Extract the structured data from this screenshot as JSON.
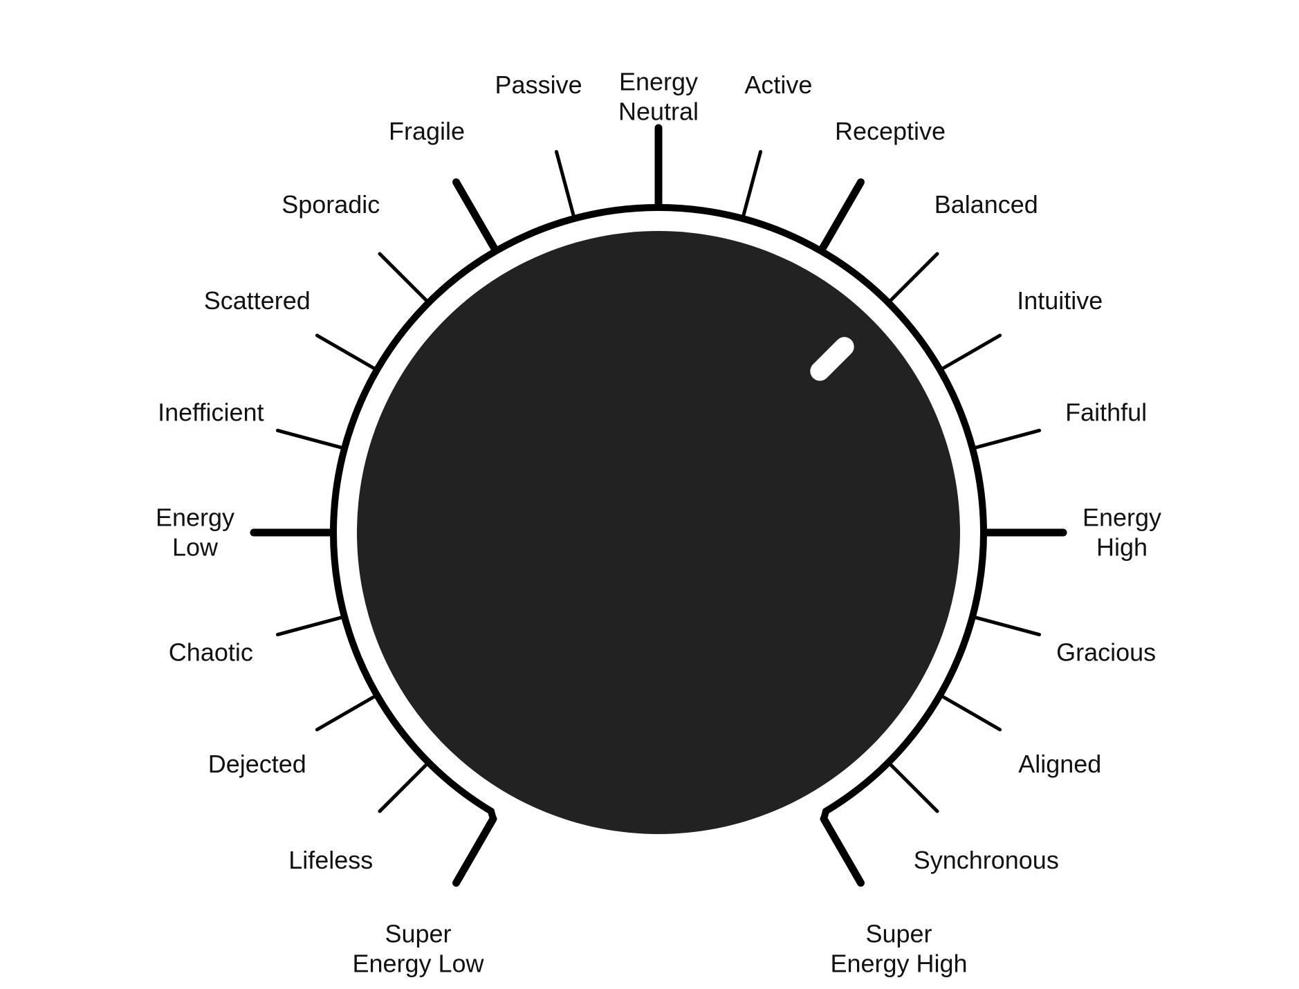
{
  "dial": {
    "colors": {
      "knob": "#222222",
      "ring": "#000000",
      "pointer": "#ffffff",
      "background": "#ffffff"
    },
    "pointer_label": "Balanced",
    "labels": [
      {
        "key": "super-energy-low",
        "lines": [
          "Super",
          "Energy Low"
        ]
      },
      {
        "key": "lifeless",
        "lines": [
          "Lifeless"
        ]
      },
      {
        "key": "dejected",
        "lines": [
          "Dejected"
        ]
      },
      {
        "key": "chaotic",
        "lines": [
          "Chaotic"
        ]
      },
      {
        "key": "energy-low",
        "lines": [
          "Energy",
          "Low"
        ]
      },
      {
        "key": "inefficient",
        "lines": [
          "Inefficient"
        ]
      },
      {
        "key": "scattered",
        "lines": [
          "Scattered"
        ]
      },
      {
        "key": "sporadic",
        "lines": [
          "Sporadic"
        ]
      },
      {
        "key": "fragile",
        "lines": [
          "Fragile"
        ]
      },
      {
        "key": "passive",
        "lines": [
          "Passive"
        ]
      },
      {
        "key": "energy-neutral",
        "lines": [
          "Energy",
          "Neutral"
        ]
      },
      {
        "key": "active",
        "lines": [
          "Active"
        ]
      },
      {
        "key": "receptive",
        "lines": [
          "Receptive"
        ]
      },
      {
        "key": "balanced",
        "lines": [
          "Balanced"
        ]
      },
      {
        "key": "intuitive",
        "lines": [
          "Intuitive"
        ]
      },
      {
        "key": "faithful",
        "lines": [
          "Faithful"
        ]
      },
      {
        "key": "energy-high",
        "lines": [
          "Energy",
          "High"
        ]
      },
      {
        "key": "gracious",
        "lines": [
          "Gracious"
        ]
      },
      {
        "key": "aligned",
        "lines": [
          "Aligned"
        ]
      },
      {
        "key": "synchronous",
        "lines": [
          "Synchronous"
        ]
      },
      {
        "key": "super-energy-high",
        "lines": [
          "Super",
          "Energy High"
        ]
      }
    ]
  }
}
